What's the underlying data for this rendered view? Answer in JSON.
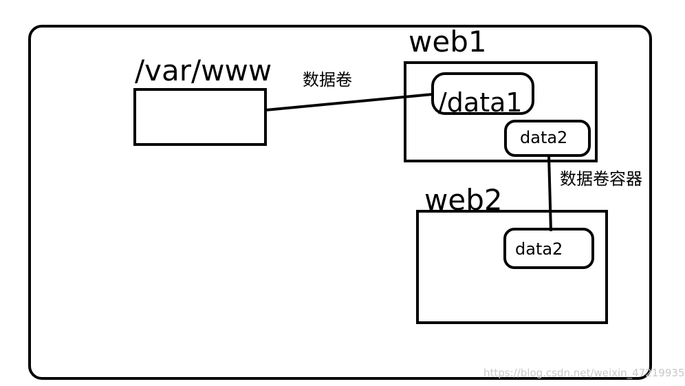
{
  "diagram": {
    "host_path": "/var/www",
    "volume_label": "数据卷",
    "container1": {
      "name": "web1",
      "mount": "/data1",
      "volume": "data2"
    },
    "volume_container_label": "数据卷容器",
    "container2": {
      "name": "web2",
      "volume": "data2"
    },
    "watermark": "https://blog.csdn.net/weixin_47219935"
  }
}
